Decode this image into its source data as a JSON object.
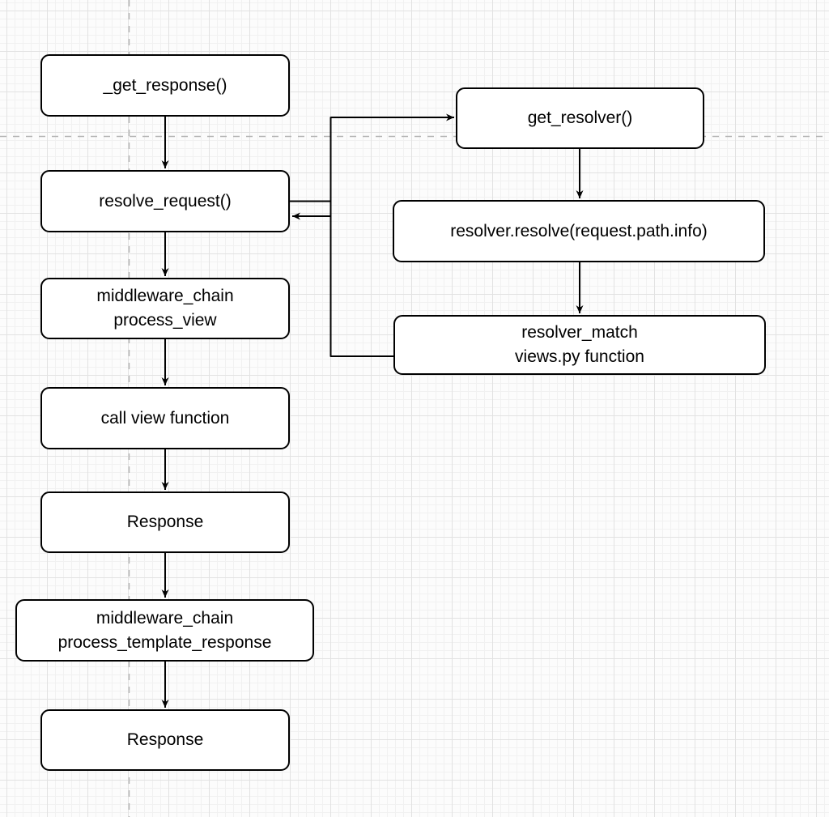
{
  "canvas": {
    "background_color": "#fcfcfc",
    "grid_minor_color": "#f1f1f1",
    "grid_major_color": "#e2e2e2",
    "guide_color": "#b4b4b4",
    "node_fill": "#ffffff",
    "node_stroke": "#000000",
    "text_color": "#000000"
  },
  "nodes": [
    {
      "id": "get-response",
      "lines": [
        "_get_response()"
      ]
    },
    {
      "id": "resolve-request",
      "lines": [
        "resolve_request()"
      ]
    },
    {
      "id": "middleware-chain-process-view",
      "lines": [
        "middleware_chain",
        "process_view"
      ]
    },
    {
      "id": "call-view-function",
      "lines": [
        "call view function"
      ]
    },
    {
      "id": "response-1",
      "lines": [
        "Response"
      ]
    },
    {
      "id": "middleware-chain-process-template-response",
      "lines": [
        "middleware_chain",
        "process_template_response"
      ]
    },
    {
      "id": "response-2",
      "lines": [
        "Response"
      ]
    },
    {
      "id": "get-resolver",
      "lines": [
        "get_resolver()"
      ]
    },
    {
      "id": "resolver-resolve",
      "lines": [
        "resolver.resolve(request.path.info)"
      ]
    },
    {
      "id": "resolver-match",
      "lines": [
        "resolver_match",
        "views.py function"
      ]
    }
  ],
  "edges": [
    {
      "from": "get-response",
      "to": "resolve-request"
    },
    {
      "from": "resolve-request",
      "to": "middleware-chain-process-view"
    },
    {
      "from": "middleware-chain-process-view",
      "to": "call-view-function"
    },
    {
      "from": "call-view-function",
      "to": "response-1"
    },
    {
      "from": "response-1",
      "to": "middleware-chain-process-template-response"
    },
    {
      "from": "middleware-chain-process-template-response",
      "to": "response-2"
    },
    {
      "from": "resolve-request",
      "to": "get-resolver"
    },
    {
      "from": "get-resolver",
      "to": "resolver-resolve"
    },
    {
      "from": "resolver-resolve",
      "to": "resolver-match"
    },
    {
      "from": "resolver-match",
      "to": "resolve-request"
    }
  ]
}
